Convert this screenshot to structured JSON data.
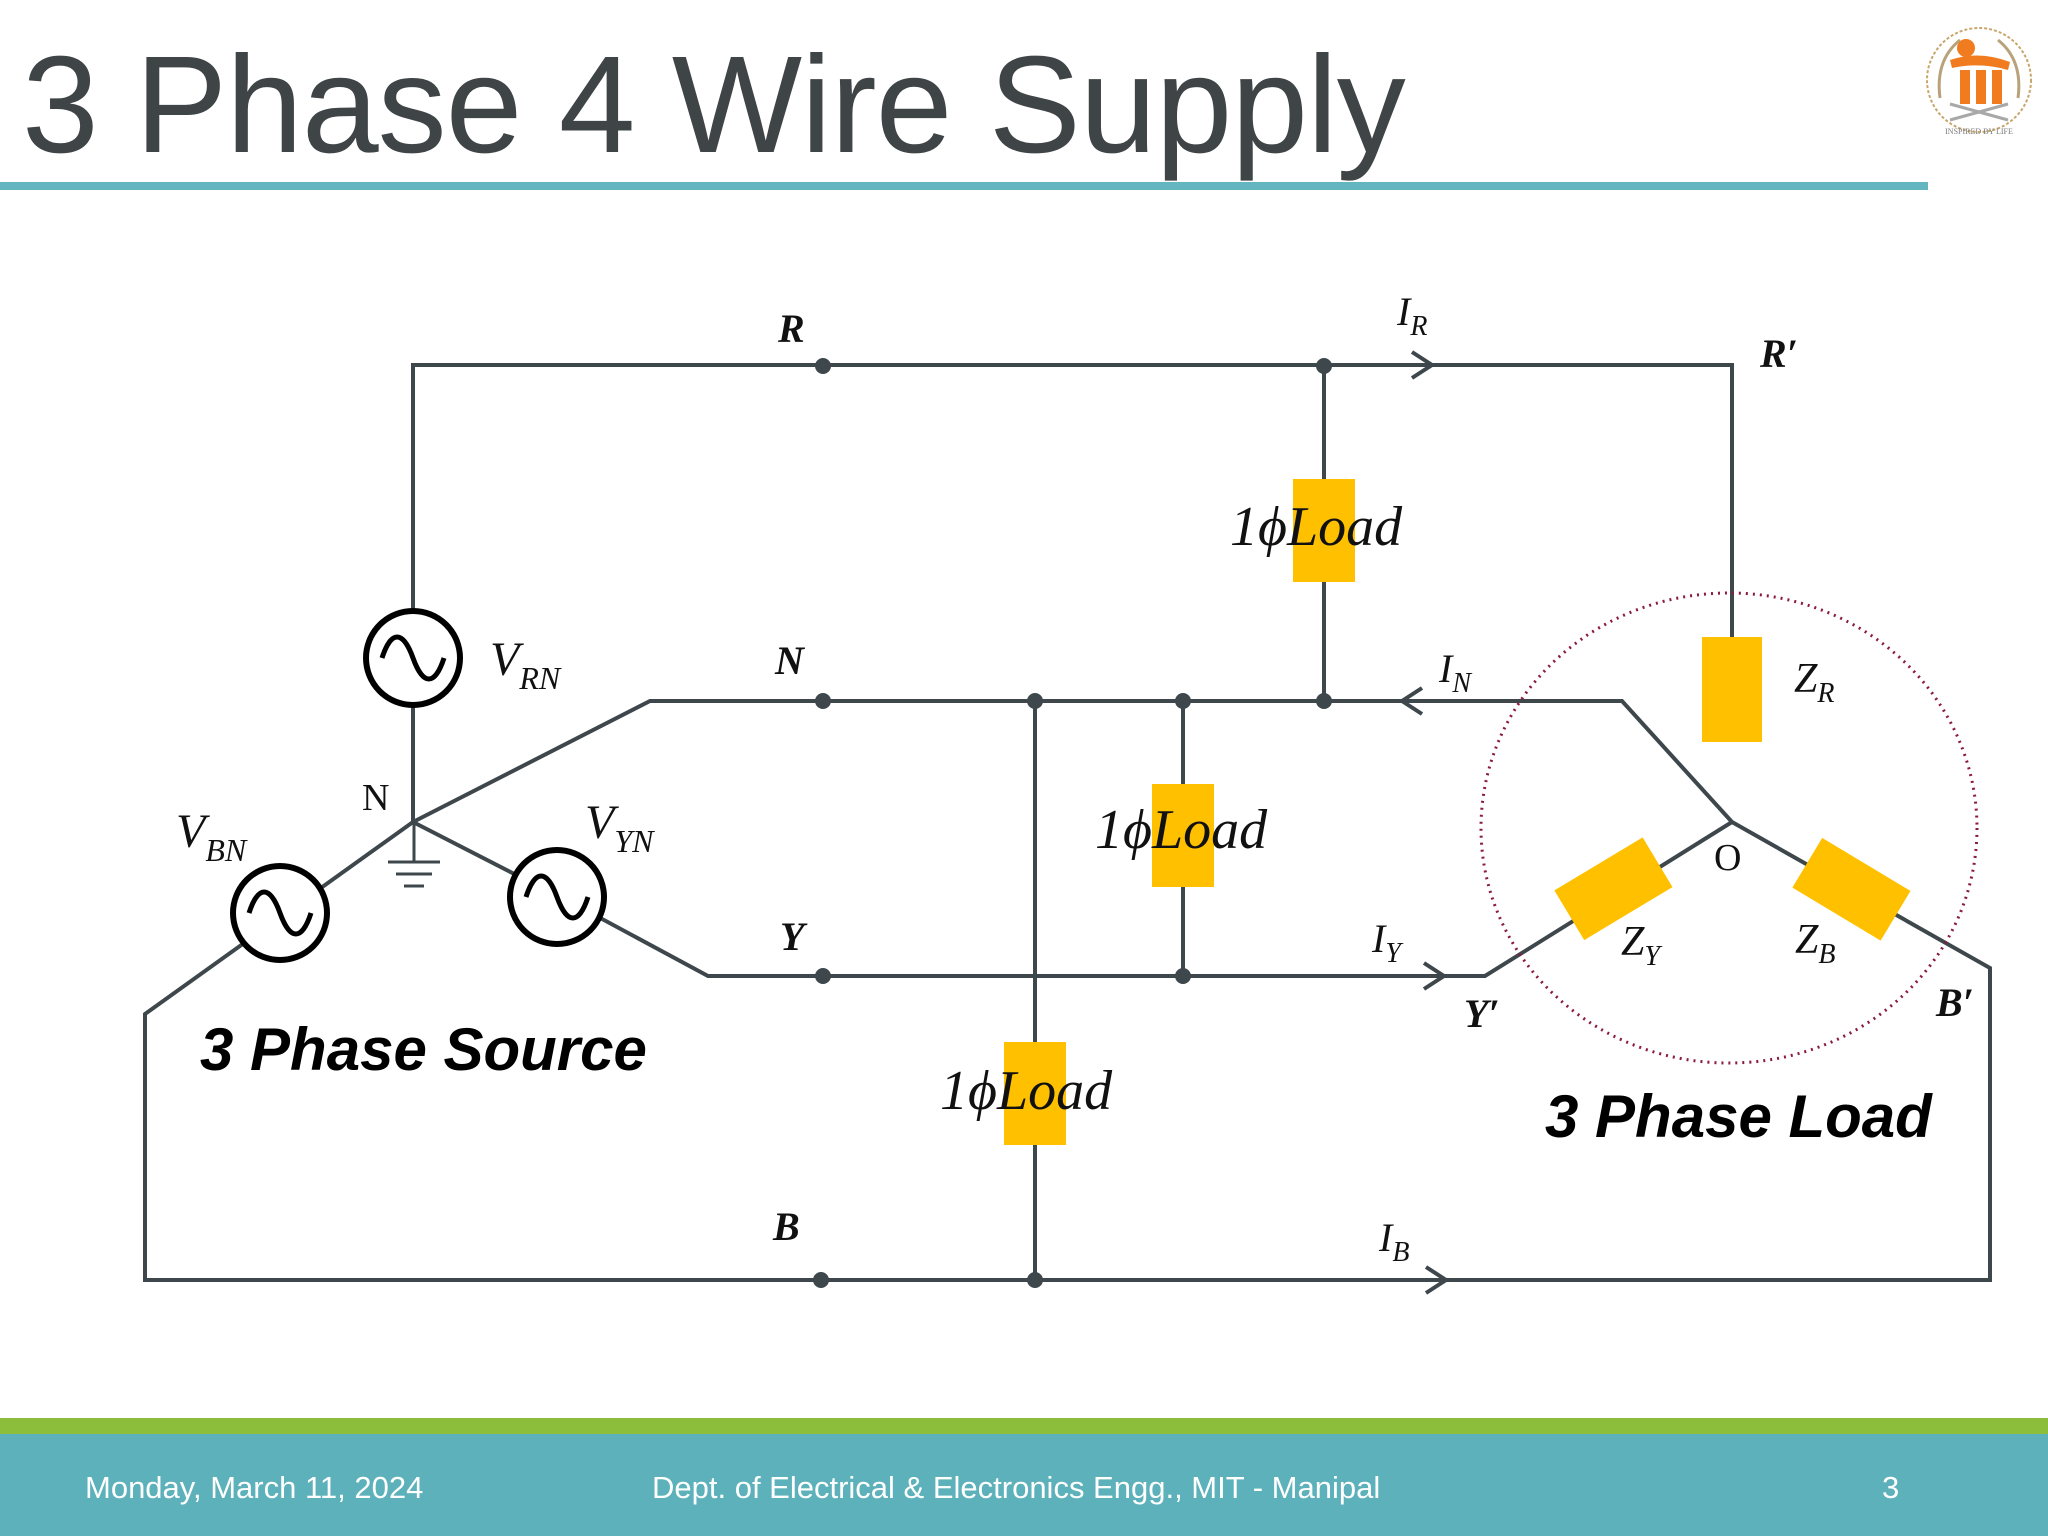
{
  "slide": {
    "title": "3 Phase 4 Wire Supply",
    "page_number": "3"
  },
  "logo": {
    "icon": "mit-logo",
    "text": "INSPIRED BY LIFE"
  },
  "diagram": {
    "node_labels": {
      "R": "R",
      "N": "N",
      "Y": "Y",
      "B": "B",
      "R_prime": "R′",
      "Y_prime": "Y′",
      "B_prime": "B′",
      "source_neutral": "N",
      "load_star": "O"
    },
    "voltages": {
      "rn": {
        "main": "V",
        "sub": "RN"
      },
      "yn": {
        "main": "V",
        "sub": "YN"
      },
      "bn": {
        "main": "V",
        "sub": "BN"
      }
    },
    "currents": {
      "r": {
        "main": "I",
        "sub": "R"
      },
      "n": {
        "main": "I",
        "sub": "N"
      },
      "y": {
        "main": "I",
        "sub": "Y"
      },
      "b": {
        "main": "I",
        "sub": "B"
      }
    },
    "impedances": {
      "r": {
        "main": "Z",
        "sub": "R"
      },
      "y": {
        "main": "Z",
        "sub": "Y"
      },
      "b": {
        "main": "Z",
        "sub": "B"
      }
    },
    "single_phase_load": {
      "number": "1",
      "phi": "ϕ",
      "word": "Load"
    },
    "source_caption": "3 Phase Source",
    "load_caption": "3 Phase Load",
    "colors": {
      "wire": "#3e474c",
      "load": "#ffc000",
      "circle": "#8b1a3f",
      "accent": "#63b5bf",
      "footer": "#5cb1ba",
      "footer_green": "#8cbd3b"
    }
  },
  "footer": {
    "date": "Monday, March 11, 2024",
    "department": "Dept. of Electrical & Electronics Engg., MIT - Manipal"
  }
}
